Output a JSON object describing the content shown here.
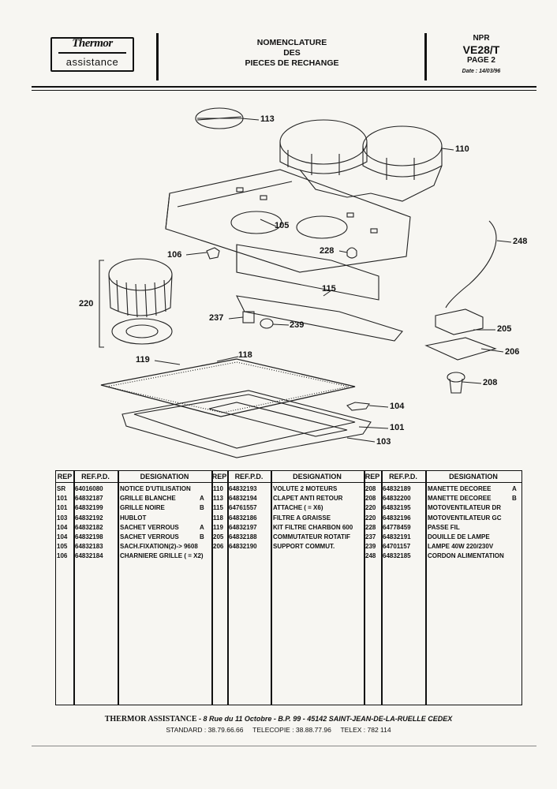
{
  "header": {
    "logo": {
      "brand": "Thermor",
      "sub": "assistance"
    },
    "title_lines": [
      "NOMENCLATURE",
      "DES",
      "PIECES DE RECHANGE"
    ],
    "doc_type": "NPR",
    "model": "VE28/T",
    "page": "PAGE 2",
    "date_label": "Date :",
    "date": "14/03/96"
  },
  "callouts": [
    "113",
    "110",
    "105",
    "248",
    "106",
    "228",
    "115",
    "220",
    "237",
    "239",
    "205",
    "206",
    "119",
    "118",
    "208",
    "104",
    "101",
    "103"
  ],
  "table": {
    "columns": [
      "REP",
      "REF.P.D.",
      "DESIGNATION"
    ],
    "col1": [
      {
        "rep": "SR",
        "ref": "64016080",
        "des": "NOTICE D'UTILISATION",
        "var": ""
      },
      {
        "rep": "101",
        "ref": "64832187",
        "des": "GRILLE BLANCHE",
        "var": "A"
      },
      {
        "rep": "101",
        "ref": "64832199",
        "des": "GRILLE NOIRE",
        "var": "B"
      },
      {
        "rep": "103",
        "ref": "64832192",
        "des": "HUBLOT",
        "var": ""
      },
      {
        "rep": "104",
        "ref": "64832182",
        "des": "SACHET VERROUS",
        "var": "A"
      },
      {
        "rep": "104",
        "ref": "64832198",
        "des": "SACHET VERROUS",
        "var": "B"
      },
      {
        "rep": "105",
        "ref": "64832183",
        "des": "SACH.FIXATION(2)-> 9608",
        "var": ""
      },
      {
        "rep": "106",
        "ref": "64832184",
        "des": "CHARNIERE GRILLE ( = X2)",
        "var": ""
      }
    ],
    "col2": [
      {
        "rep": "110",
        "ref": "64832193",
        "des": "VOLUTE 2 MOTEURS",
        "var": ""
      },
      {
        "rep": "113",
        "ref": "64832194",
        "des": "CLAPET ANTI RETOUR",
        "var": ""
      },
      {
        "rep": "115",
        "ref": "64761557",
        "des": "ATTACHE ( = X6)",
        "var": ""
      },
      {
        "rep": "118",
        "ref": "64832186",
        "des": "FILTRE A GRAISSE",
        "var": ""
      },
      {
        "rep": "119",
        "ref": "64832197",
        "des": "KIT FILTRE CHARBON 600",
        "var": ""
      },
      {
        "rep": "205",
        "ref": "64832188",
        "des": "COMMUTATEUR ROTATIF",
        "var": ""
      },
      {
        "rep": "206",
        "ref": "64832190",
        "des": "SUPPORT COMMUT.",
        "var": ""
      }
    ],
    "col3": [
      {
        "rep": "208",
        "ref": "64832189",
        "des": "MANETTE DECOREE",
        "var": "A"
      },
      {
        "rep": "208",
        "ref": "64832200",
        "des": "MANETTE DECOREE",
        "var": "B"
      },
      {
        "rep": "220",
        "ref": "64832195",
        "des": "MOTOVENTILATEUR DR",
        "var": ""
      },
      {
        "rep": "220",
        "ref": "64832196",
        "des": "MOTOVENTILATEUR GC",
        "var": ""
      },
      {
        "rep": "228",
        "ref": "64778459",
        "des": "PASSE FIL",
        "var": ""
      },
      {
        "rep": "237",
        "ref": "64832191",
        "des": "DOUILLE DE LAMPE",
        "var": ""
      },
      {
        "rep": "239",
        "ref": "64701157",
        "des": "LAMPE 40W 220/230V",
        "var": ""
      },
      {
        "rep": "248",
        "ref": "64832185",
        "des": "CORDON ALIMENTATION",
        "var": ""
      }
    ]
  },
  "footer": {
    "company": "THERMOR ASSISTANCE",
    "address": " - 8 Rue du 11 Octobre - B.P. 99 - 45142 SAINT-JEAN-DE-LA-RUELLE CEDEX",
    "contacts": "STANDARD : 38.79.66.66     TELECOPIE : 38.88.77.96     TELEX : 782 114"
  }
}
